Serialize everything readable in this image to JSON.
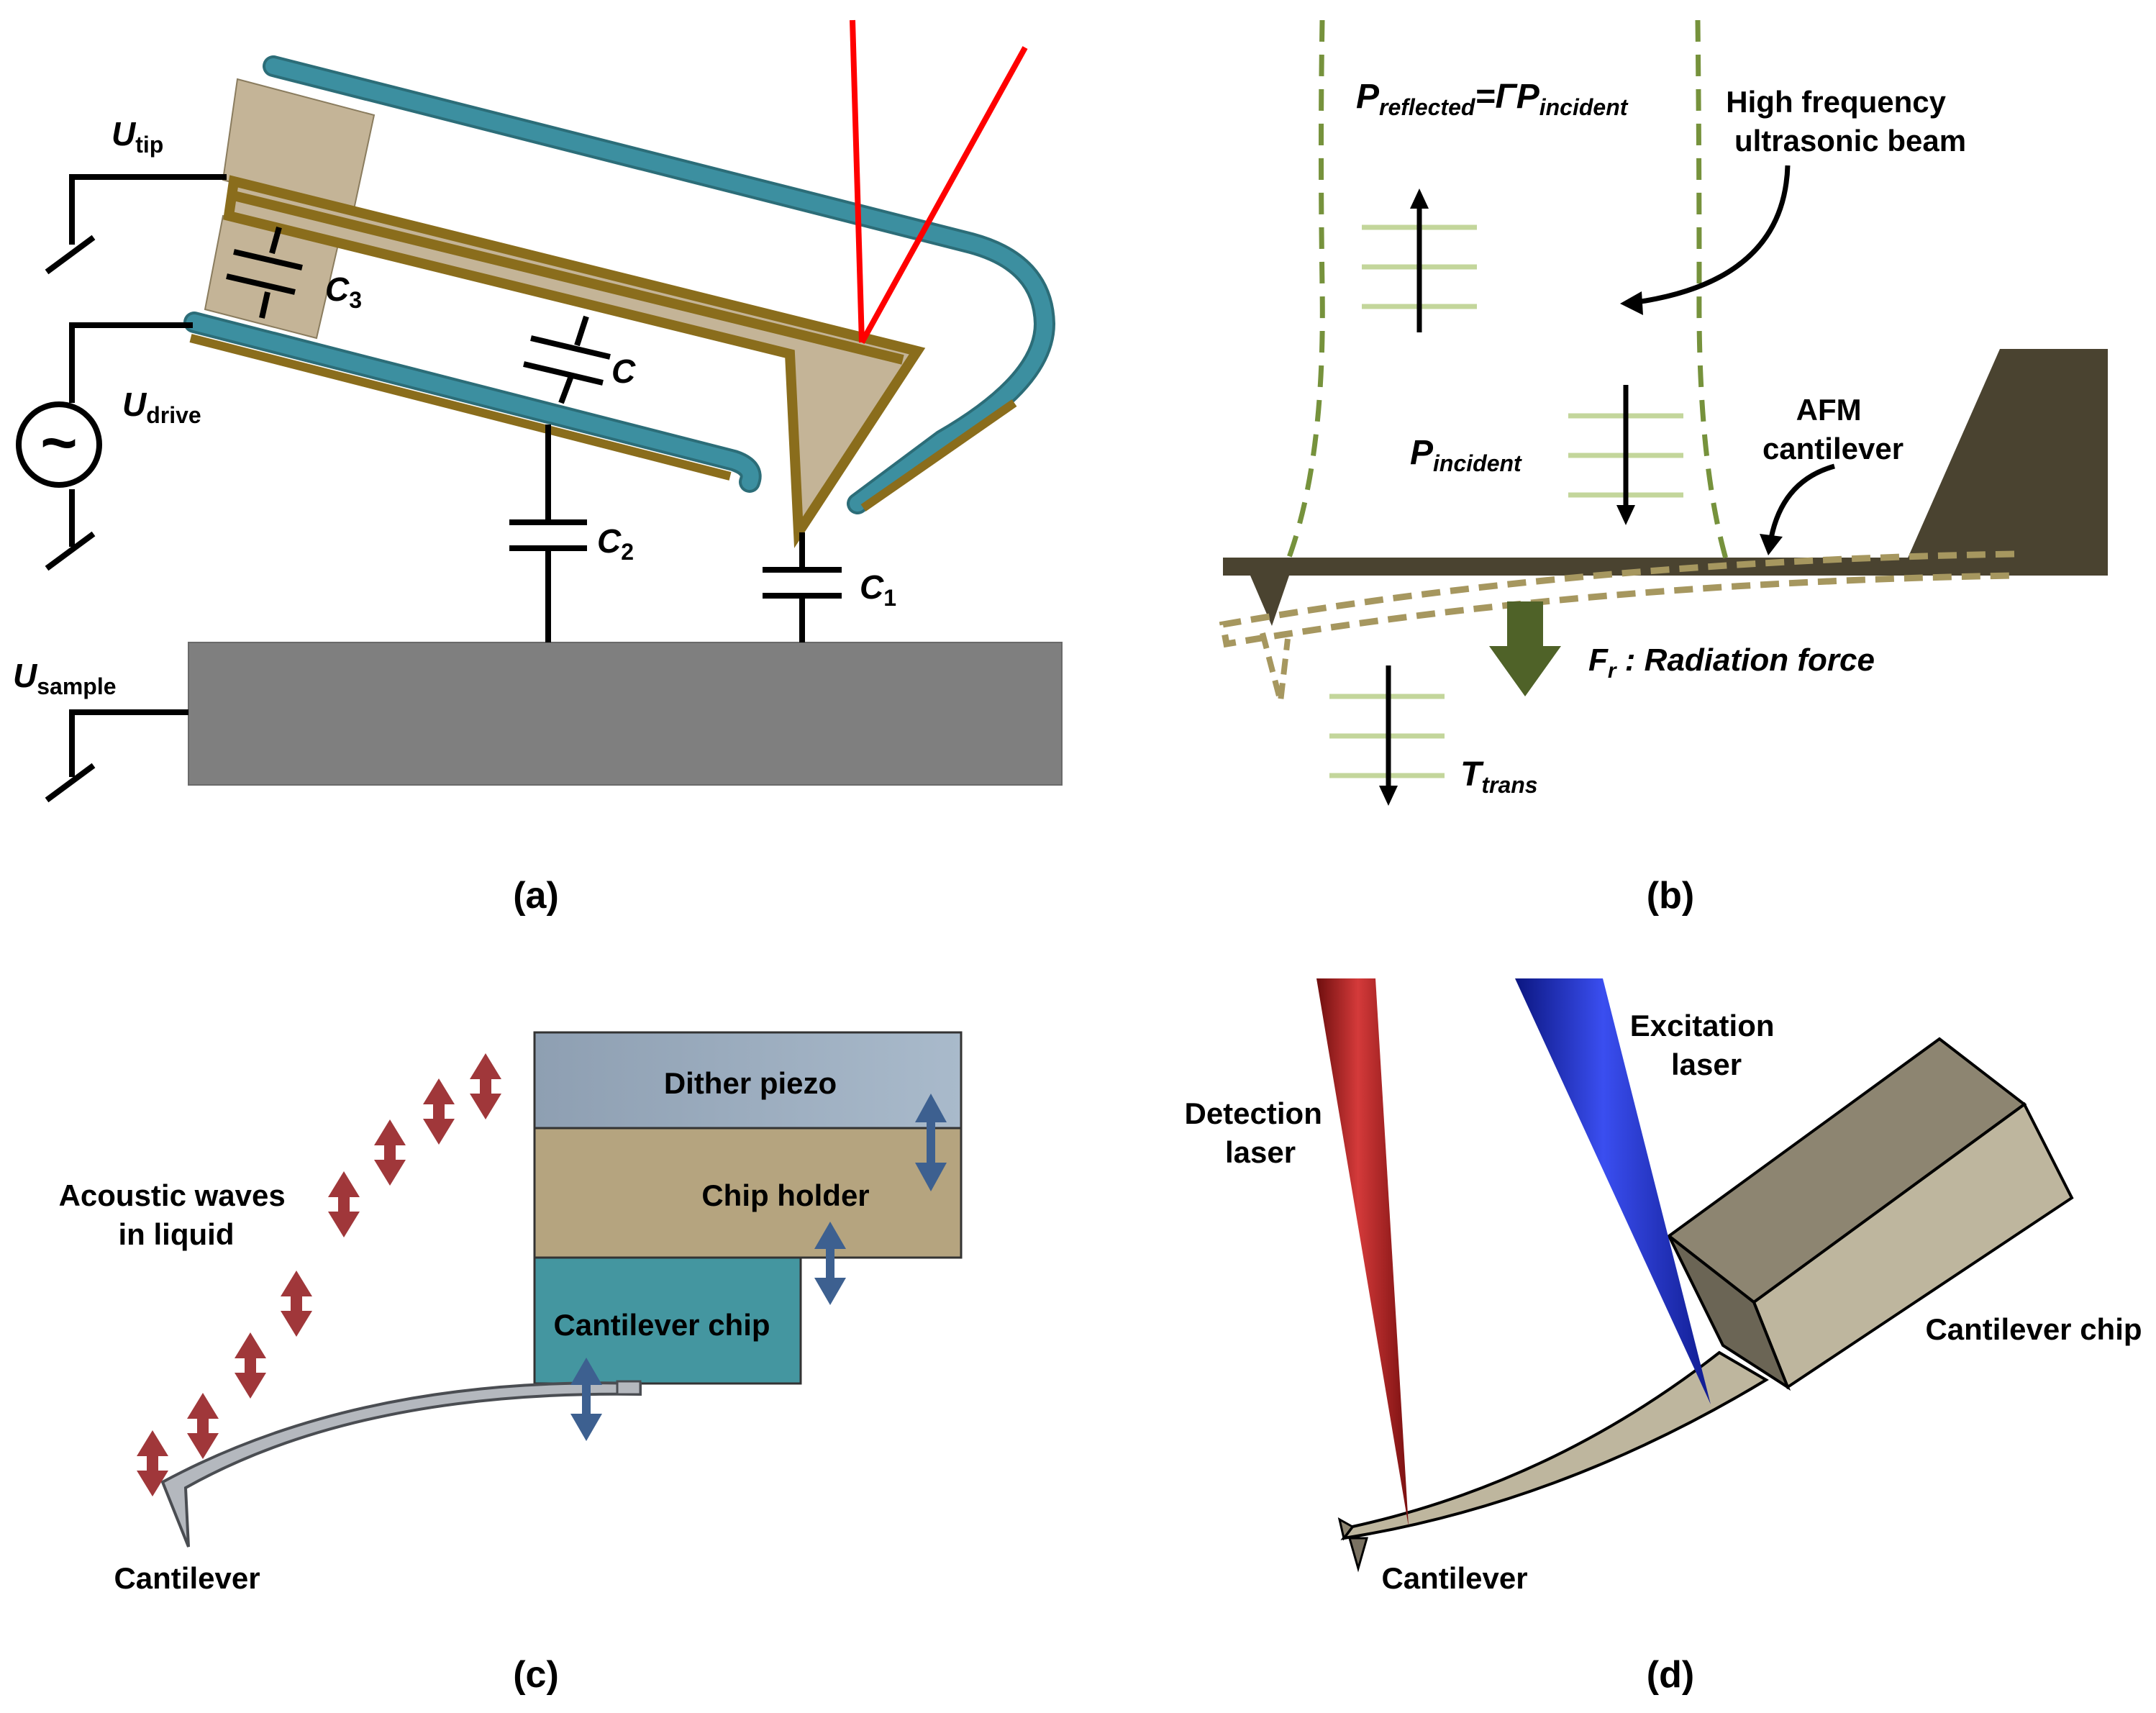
{
  "panels": {
    "a": {
      "caption": "(a)",
      "u_tip": {
        "main": "U",
        "sub": "tip"
      },
      "u_drive": {
        "main": "U",
        "sub": "drive"
      },
      "u_sample": {
        "main": "U",
        "sub": "sample"
      },
      "c": "C",
      "c1": {
        "main": "C",
        "sub": "1"
      },
      "c2": {
        "main": "C",
        "sub": "2"
      },
      "c3": {
        "main": "C",
        "sub": "3"
      },
      "ac_symbol": "~",
      "colors": {
        "teal": "#3C8FA0",
        "tan": "#C4B497",
        "brown_olive": "#8A6D1C",
        "sample_gray": "#7F7F7F",
        "laser_red": "#FF0000"
      }
    },
    "b": {
      "caption": "(b)",
      "p_reflected": {
        "p": "P",
        "p_sub": "reflected",
        "eq": "=ΓP",
        "eq_sub": "incident"
      },
      "p_incident": {
        "main": "P",
        "sub": "incident"
      },
      "t_trans": {
        "main": "T",
        "sub": "trans"
      },
      "beam_label": [
        "High frequency",
        "ultrasonic beam"
      ],
      "afm_label": [
        "AFM",
        "cantilever"
      ],
      "force_label": {
        "main": "F",
        "sub": "r",
        "rest": " : Radiation force"
      },
      "colors": {
        "cantilever": "#4A4330",
        "beam_dashed": "#76923C",
        "wave_lines": "#C3D69B",
        "force_arrow": "#4F6228",
        "deflected": "#A6975F"
      }
    },
    "c": {
      "caption": "(c)",
      "dither": "Dither piezo",
      "chip_holder": "Chip holder",
      "chip": "Cantilever chip",
      "acoustic": [
        "Acoustic waves",
        "in liquid"
      ],
      "cantilever": "Cantilever",
      "colors": {
        "dither": "#9EB0C4",
        "holder": "#B5A47F",
        "chip": "#4496A0",
        "cantilever": "#B4B8BE",
        "red_arrow": "#A0373A",
        "blue_arrow": "#3D6090"
      }
    },
    "d": {
      "caption": "(d)",
      "detection": [
        "Detection",
        "laser"
      ],
      "excitation": [
        "Excitation",
        "laser"
      ],
      "chip": "Cantilever chip",
      "cantilever": "Cantilever",
      "colors": {
        "red_laser": "#B01C1C",
        "blue_laser": "#1C2FC8",
        "chip_top": "#8D8571",
        "chip_front": "#BEB69E",
        "chip_side": "#6B6555"
      }
    }
  }
}
